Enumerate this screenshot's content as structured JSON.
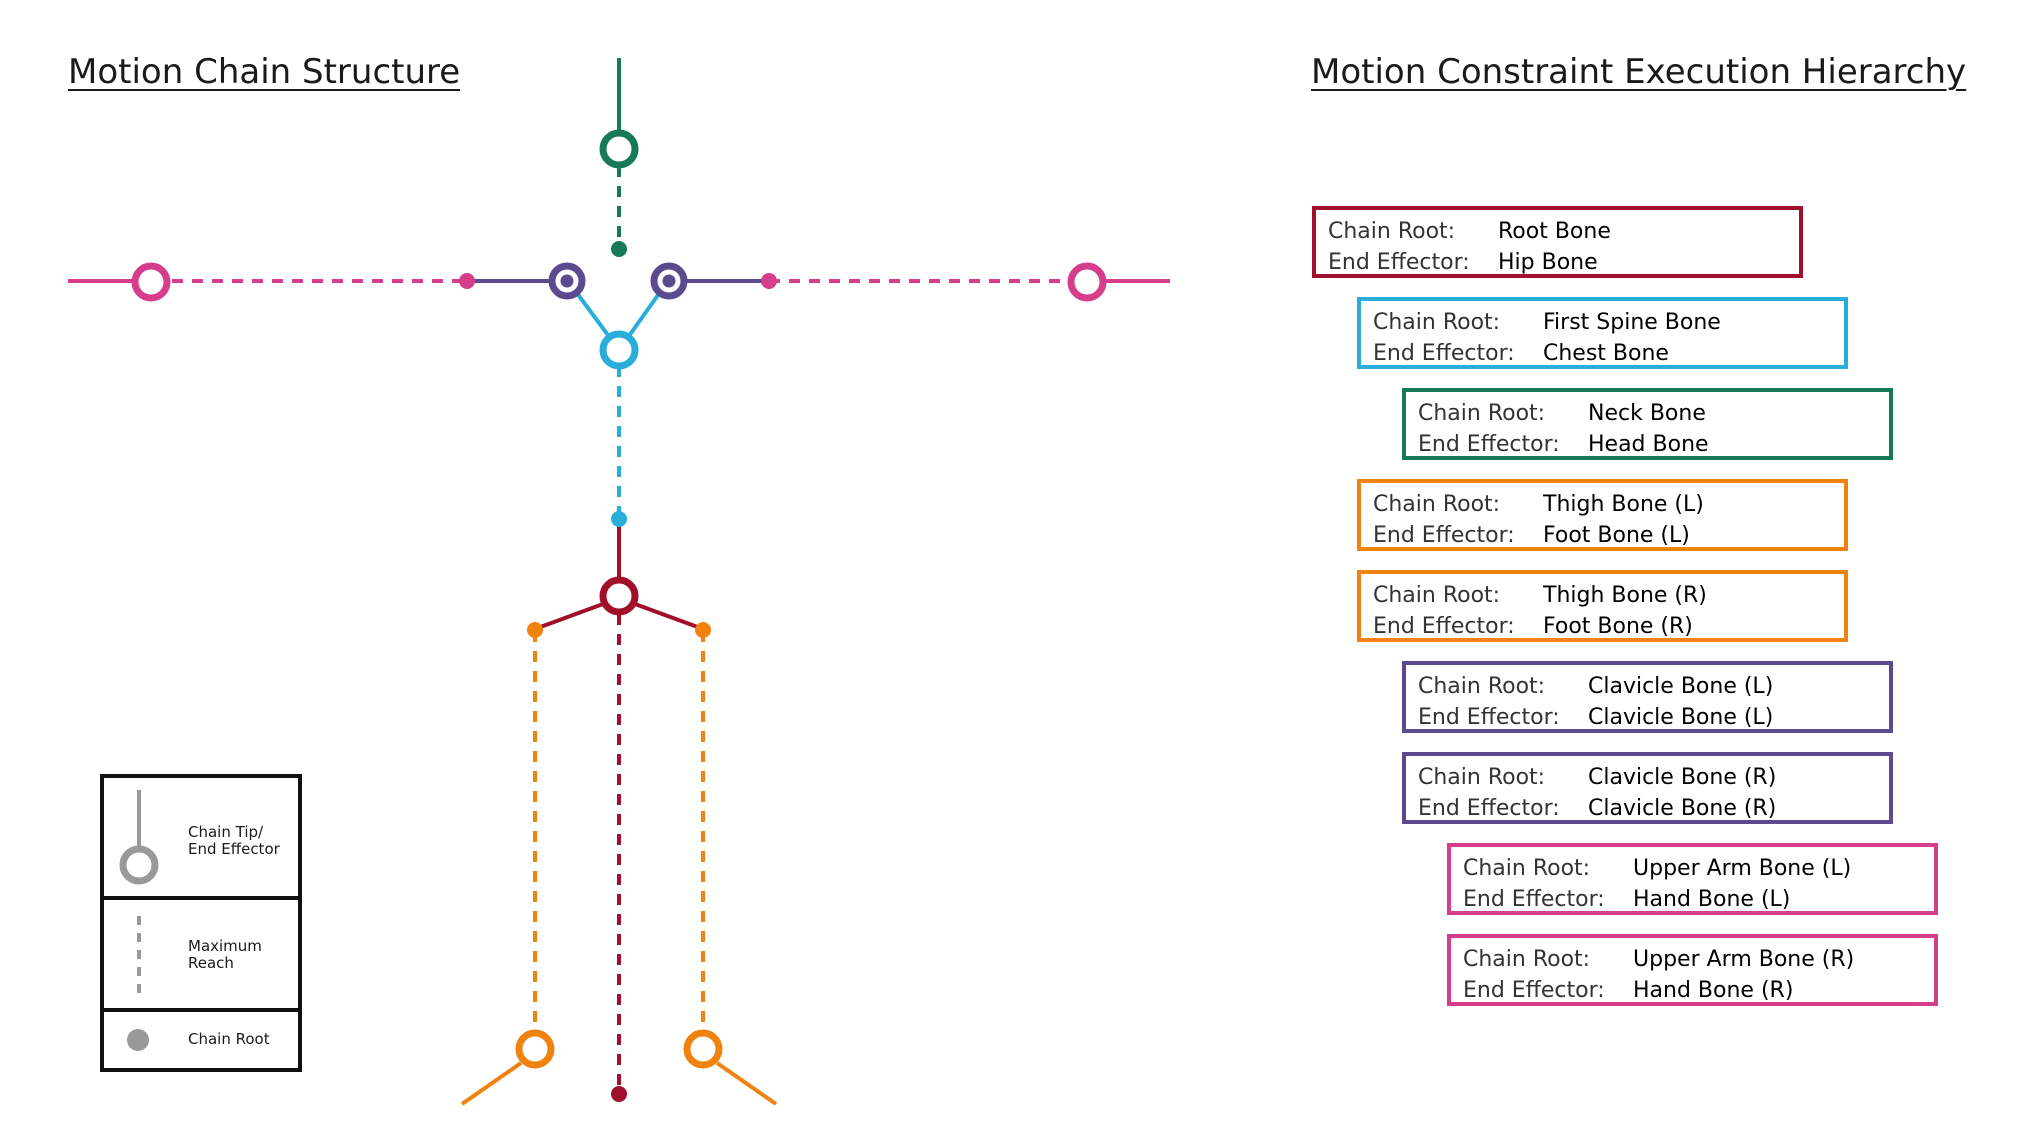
{
  "titles": {
    "structure": "Motion Chain Structure",
    "hierarchy": "Motion Constraint Execution Hierarchy"
  },
  "colors": {
    "root": "#a0102a",
    "spine": "#29aedc",
    "neck": "#167a56",
    "leg": "#f0820f",
    "clavicle": "#5b4a8e",
    "arm": "#d63d8a",
    "legend": "#999999"
  },
  "labels": {
    "chain_root": "Chain Root:",
    "end_effector": "End Effector:"
  },
  "hierarchy": [
    {
      "color": "root",
      "chain_root": "Root Bone",
      "end_effector": "Hip Bone"
    },
    {
      "color": "spine",
      "chain_root": "First Spine Bone",
      "end_effector": "Chest Bone"
    },
    {
      "color": "neck",
      "chain_root": "Neck Bone",
      "end_effector": "Head Bone"
    },
    {
      "color": "leg",
      "chain_root": "Thigh Bone (L)",
      "end_effector": "Foot Bone (L)"
    },
    {
      "color": "leg",
      "chain_root": "Thigh Bone (R)",
      "end_effector": "Foot Bone (R)"
    },
    {
      "color": "clavicle",
      "chain_root": "Clavicle Bone (L)",
      "end_effector": "Clavicle Bone (L)"
    },
    {
      "color": "clavicle",
      "chain_root": "Clavicle Bone (R)",
      "end_effector": "Clavicle Bone (R)"
    },
    {
      "color": "arm",
      "chain_root": "Upper Arm Bone (L)",
      "end_effector": "Hand Bone (L)"
    },
    {
      "color": "arm",
      "chain_root": "Upper Arm Bone (R)",
      "end_effector": "Hand Bone (R)"
    }
  ],
  "legend": {
    "tip": "Chain Tip/\nEnd Effector",
    "reach": "Maximum\nReach",
    "root": "Chain Root"
  }
}
